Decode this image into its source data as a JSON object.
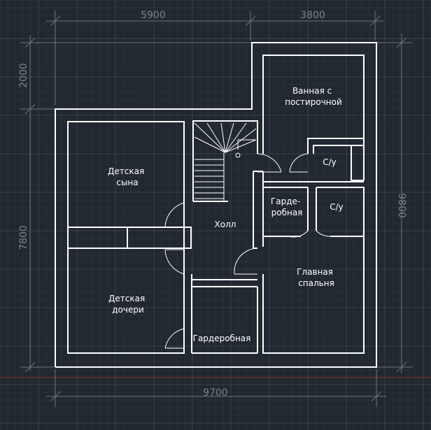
{
  "plan": {
    "dimensions": {
      "top_left": "5900",
      "top_right": "3800",
      "left_top": "2000",
      "left_main": "7800",
      "right": "9800",
      "bottom": "9700"
    },
    "rooms": {
      "bathroom": [
        "Ванная с",
        "постирочной"
      ],
      "son_room": [
        "Детская",
        "сына"
      ],
      "wc_top": [
        "С/у"
      ],
      "dressing_small": [
        "Гарде-",
        "робная"
      ],
      "wc_mid": [
        "С/у"
      ],
      "hall": [
        "Холл"
      ],
      "daughter_room": [
        "Детская",
        "дочери"
      ],
      "master_bedroom": [
        "Главная",
        "спальня"
      ],
      "dressing_bottom": [
        "Гардеробная"
      ]
    },
    "colors": {
      "background": "#212830",
      "grid_major": "#39414a",
      "grid_minor": "#2a3139",
      "walls": "#ffffff",
      "dimension_lines": "#6e757c",
      "dimension_text": "#7c838a",
      "axis_line": "#8a2a2a"
    }
  }
}
